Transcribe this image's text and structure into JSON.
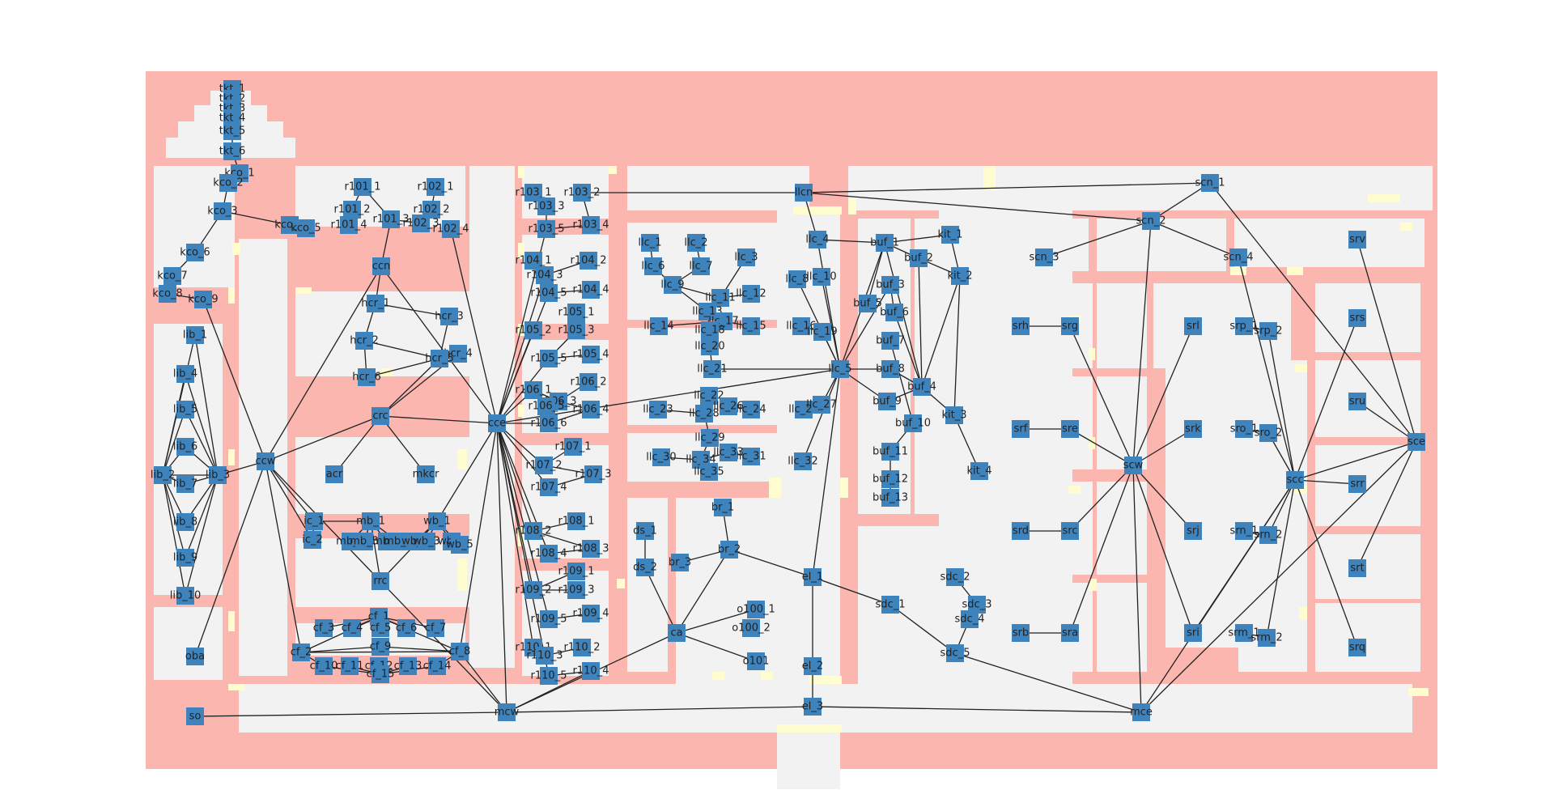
{
  "colors": {
    "floor": "#fbb6b0",
    "room": "#f2f2f2",
    "door": "#fffdd0",
    "node": "#3f83bd",
    "edge": "#222222",
    "label": "#222222"
  },
  "nodes": [
    "tkt_1",
    "tkt_2",
    "tkt_3",
    "tkt_4",
    "tkt_5",
    "tkt_6",
    "kco_1",
    "kco_2",
    "kco_3",
    "kco_4",
    "kco_5",
    "kco_6",
    "kco_7",
    "kco_8",
    "kco_9",
    "lib_1",
    "lib_2",
    "lib_3",
    "lib_4",
    "lib_5",
    "lib_6",
    "lib_7",
    "lib_8",
    "lib_9",
    "lib_10",
    "oba",
    "so",
    "ccw",
    "r101_1",
    "r101_2",
    "r101_3",
    "r101_4",
    "r102_1",
    "r102_2",
    "r102_3",
    "r102_4",
    "ccn",
    "hcr_1",
    "hcr_2",
    "hcr_3",
    "hcr_4",
    "hcr_5",
    "hcr_6",
    "crc",
    "acr",
    "mkcr",
    "ic_1",
    "ic_2",
    "mb_1",
    "mb_2",
    "mb_3",
    "mb_4",
    "mb_5",
    "wb_1",
    "wb_2",
    "wb_3",
    "wb_4",
    "wb_5",
    "rrc",
    "cf_1",
    "cf_2",
    "cf_3",
    "cf_4",
    "cf_5",
    "cf_6",
    "cf_7",
    "cf_8",
    "cf_9",
    "cf_10",
    "cf_11",
    "cf_12",
    "cf_13",
    "cf_14",
    "cf_15",
    "cce",
    "mcw",
    "r103_1",
    "r103_2",
    "r103_3",
    "r103_4",
    "r103_5",
    "r104_1",
    "r104_2",
    "r104_3",
    "r104_4",
    "r104_5",
    "r105_1",
    "r105_2",
    "r105_3",
    "r105_4",
    "r105_5",
    "r106_1",
    "r106_2",
    "r106_3",
    "r106_4",
    "r106_5",
    "r106_6",
    "r107_1",
    "r107_2",
    "r107_3",
    "r107_4",
    "r108_1",
    "r108_2",
    "r108_3",
    "r108_4",
    "r109_1",
    "r109_2",
    "r109_3",
    "r109_4",
    "r109_5",
    "r110_1",
    "r110_2",
    "r110_3",
    "r110_4",
    "r110_5",
    "llcn",
    "llc_1",
    "llc_2",
    "llc_3",
    "llc_4",
    "llc_5",
    "llc_6",
    "llc_7",
    "llc_8",
    "llc_9",
    "llc_10",
    "llc_11",
    "llc_12",
    "llc_13",
    "llc_14",
    "llc_15",
    "llc_16",
    "llc_17",
    "llc_18",
    "llc_19",
    "llc_20",
    "llc_21",
    "llc_22",
    "llc_23",
    "llc_24",
    "llc_25",
    "llc_26",
    "llc_27",
    "llc_28",
    "llc_29",
    "llc_30",
    "llc_31",
    "llc_32",
    "llc_33",
    "llc_34",
    "llc_35",
    "ds_1",
    "ds_2",
    "br_1",
    "br_2",
    "br_3",
    "ca",
    "o100_1",
    "o100_2",
    "o101",
    "el_1",
    "el_2",
    "el_3",
    "buf_1",
    "buf_2",
    "buf_3",
    "buf_4",
    "buf_5",
    "buf_6",
    "buf_7",
    "buf_8",
    "buf_9",
    "buf_10",
    "buf_11",
    "buf_12",
    "buf_13",
    "kit_1",
    "kit_2",
    "kit_3",
    "kit_4",
    "sdc_1",
    "sdc_2",
    "sdc_3",
    "sdc_4",
    "sdc_5",
    "mce",
    "scn_1",
    "scn_2",
    "scn_3",
    "scn_4",
    "srh",
    "srg",
    "srl",
    "srf",
    "sre",
    "srk",
    "scw",
    "srd",
    "src",
    "srj",
    "srb",
    "sra",
    "sri",
    "srp_1",
    "srp_2",
    "sro_1",
    "sro_2",
    "srn_1",
    "srn_2",
    "srm_1",
    "srm_2",
    "scc",
    "srv",
    "srs",
    "sru",
    "sce",
    "srr",
    "srt",
    "srq"
  ]
}
